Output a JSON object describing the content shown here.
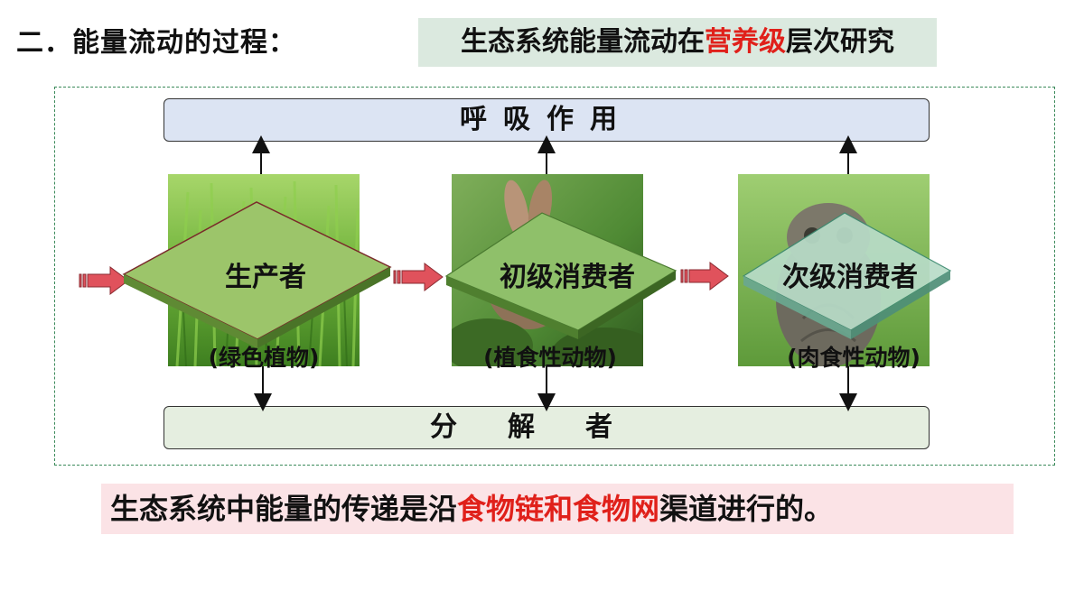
{
  "heading": "二．能量流动的过程：",
  "subtitle": {
    "before": "生态系统能量流动在",
    "highlight": "营养级",
    "after": "层次研究"
  },
  "top_bar": "呼吸作用",
  "bottom_bar": "分解者",
  "nodes": [
    {
      "label": "生产者",
      "sublabel": "(绿色植物)"
    },
    {
      "label": "初级消费者",
      "sublabel": "(植食性动物)"
    },
    {
      "label": "次级消费者",
      "sublabel": "(肉食性动物)"
    }
  ],
  "conclusion": {
    "before": "生态系统中能量的传递是沿",
    "highlight": "食物链和食物网",
    "after": "渠道进行的。"
  },
  "colors": {
    "highlight": "#e0201a",
    "arrow": "#e0525c"
  }
}
